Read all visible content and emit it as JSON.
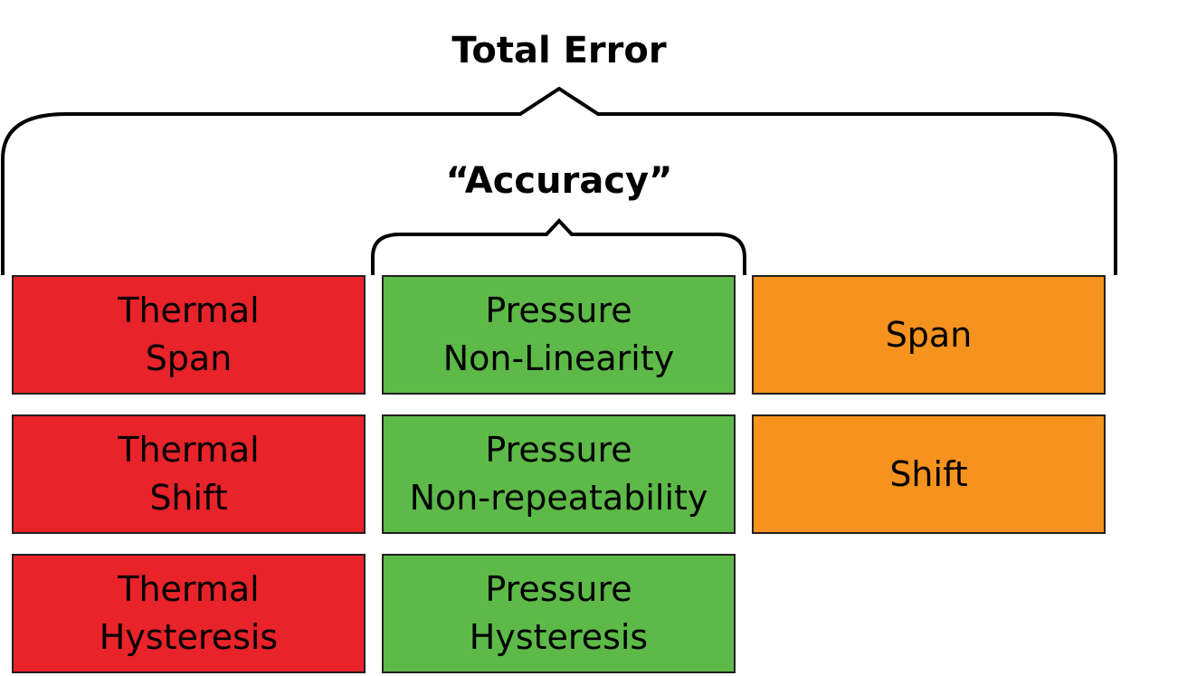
{
  "titles": {
    "total": "Total Error",
    "accuracy": "“Accuracy”"
  },
  "boxes": {
    "thermal_span": {
      "line1": "Thermal",
      "line2": "Span"
    },
    "thermal_shift": {
      "line1": "Thermal",
      "line2": "Shift"
    },
    "thermal_hysteresis": {
      "line1": "Thermal",
      "line2": "Hysteresis"
    },
    "pressure_nonlinearity": {
      "line1": "Pressure",
      "line2": "Non-Linearity"
    },
    "pressure_nonrepeatability": {
      "line1": "Pressure",
      "line2": "Non-repeatability"
    },
    "pressure_hysteresis": {
      "line1": "Pressure",
      "line2": "Hysteresis"
    },
    "span": {
      "line1": "Span"
    },
    "shift": {
      "line1": "Shift"
    }
  },
  "colors": {
    "thermal": "#e8232a",
    "pressure": "#5dba48",
    "other": "#f6921e",
    "border": "#231f20"
  }
}
